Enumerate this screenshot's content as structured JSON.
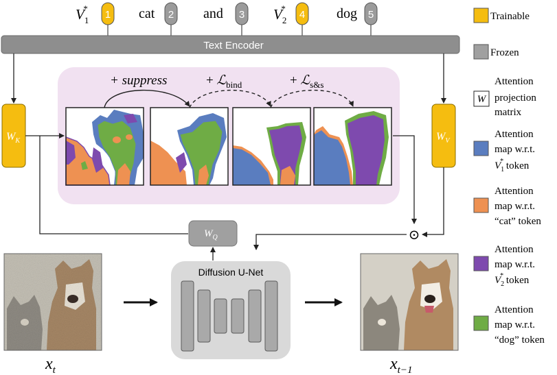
{
  "colors": {
    "trainable": "#F5BD10",
    "frozen": "#A0A0A0",
    "frozen_dark": "#8E8E8E",
    "attention_panel": "#F1E1F1",
    "v1_blue": "#5A7DBF",
    "cat_orange": "#EE9152",
    "v2_purple": "#7E4AAE",
    "dog_green": "#6FAC45",
    "unet_bg": "#D9D9D9",
    "unet_block": "#A9A9A9"
  },
  "tokens": [
    {
      "text": "V",
      "sup": "*",
      "sub": "1",
      "index": "1",
      "trainable": true
    },
    {
      "text": "cat",
      "index": "2",
      "trainable": false
    },
    {
      "text": "and",
      "index": "3",
      "trainable": false
    },
    {
      "text": "V",
      "sup": "*",
      "sub": "2",
      "index": "4",
      "trainable": true
    },
    {
      "text": "dog",
      "index": "5",
      "trainable": false
    }
  ],
  "text_encoder": {
    "label": "Text Encoder"
  },
  "weights": {
    "wk": {
      "main": "W",
      "sub": "K"
    },
    "wv": {
      "main": "W",
      "sub": "V"
    },
    "wq": {
      "main": "W",
      "sub": "Q"
    }
  },
  "operations": {
    "suppress": "+ suppress",
    "bind": {
      "prefix": "+ ",
      "loss": "ℒ",
      "sub": "bind"
    },
    "sas": {
      "prefix": "+ ",
      "loss": "ℒ",
      "sub": "s&s"
    }
  },
  "hadamard_symbol": "⊙",
  "unet": {
    "label": "Diffusion U-Net"
  },
  "images": {
    "xt": {
      "base": "x",
      "sub": "t"
    },
    "xt1": {
      "base": "x",
      "sub": "t−1"
    }
  },
  "legend": [
    {
      "type": "swatch",
      "color_key": "trainable",
      "lines": [
        "Trainable"
      ]
    },
    {
      "type": "swatch",
      "color_key": "frozen",
      "lines": [
        "Frozen"
      ]
    },
    {
      "type": "w-box",
      "symbol": "W",
      "lines": [
        "Attention",
        "projection",
        "matrix"
      ]
    },
    {
      "type": "swatch",
      "color_key": "v1_blue",
      "lines": [
        "Attention",
        "map  w.r.t.",
        "V"
      ],
      "sub": "1",
      "sup": "*",
      "tail": " token"
    },
    {
      "type": "swatch",
      "color_key": "cat_orange",
      "lines": [
        "Attention",
        "map  w.r.t.",
        "“cat” token"
      ]
    },
    {
      "type": "swatch",
      "color_key": "v2_purple",
      "lines": [
        "Attention",
        "map  w.r.t.",
        "V"
      ],
      "sub": "2",
      "sup": "*",
      "tail": " token"
    },
    {
      "type": "swatch",
      "color_key": "dog_green",
      "lines": [
        "Attention",
        "map  w.r.t.",
        "“dog” token"
      ]
    }
  ]
}
